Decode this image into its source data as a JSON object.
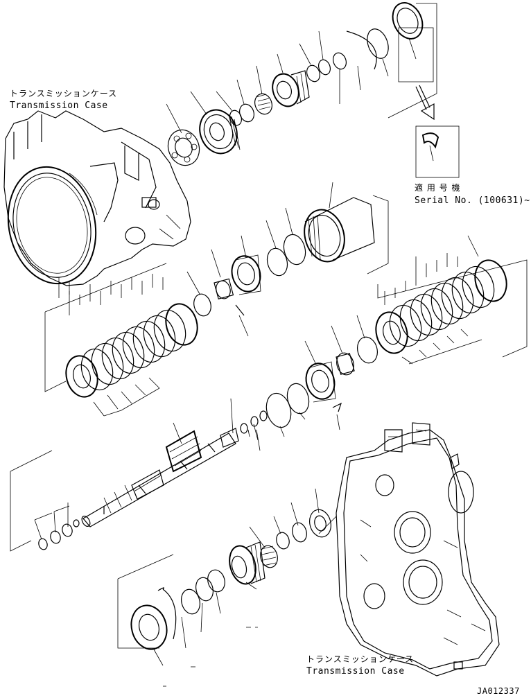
{
  "labels": {
    "case_top_jp": "トランスミッションケース",
    "case_top_en": "Transmission Case",
    "case_bottom_jp": "トランスミッションケース",
    "case_bottom_en": "Transmission Case",
    "serial_jp": "適 用 号 機",
    "serial_en": "Serial No. (100631)~",
    "drawing_code": "JA012337"
  },
  "colors": {
    "ink": "#000000",
    "paper": "#ffffff"
  }
}
